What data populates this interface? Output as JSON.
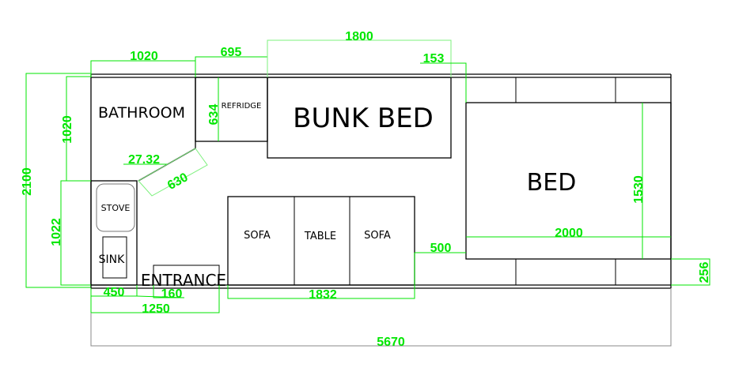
{
  "rooms": {
    "bathroom": "BATHROOM",
    "refridge": "REFRIDGE",
    "bunk_bed": "BUNK BED",
    "bed": "BED",
    "stove": "STOVE",
    "sink": "SINK",
    "sofa_left": "SOFA",
    "table": "TABLE",
    "sofa_right": "SOFA",
    "entrance": "ENTRANCE"
  },
  "dimensions": {
    "bathroom_width": "1020",
    "refridge_width": "695",
    "bunk_bed_width": "1800",
    "gap_153": "153",
    "overall_height": "2100",
    "bathroom_height": "1020",
    "refridge_depth": "634",
    "angle": "27.32",
    "diagonal_wall": "630",
    "kitchen_height": "1022",
    "counter_depth": "450",
    "door_offset": "160",
    "entrance_span": "1250",
    "sofa_span": "1832",
    "aisle": "500",
    "bed_length": "2000",
    "bed_width": "1530",
    "cabinet_depth": "256",
    "overall_length": "5670"
  },
  "colors": {
    "dimension": "#00e600",
    "outline": "#000000"
  }
}
